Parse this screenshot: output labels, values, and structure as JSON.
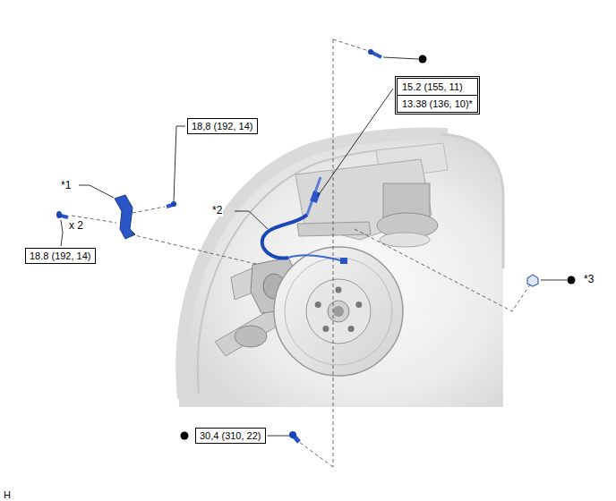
{
  "diagram": {
    "nodes": [
      {
        "text": [
          "15.2 (155, 11)",
          "13.38 (136, 10)*"
        ]
      },
      {
        "text": [
          "18,8 (192, 14)"
        ]
      },
      {
        "text": [
          "18.8 (192, 14)"
        ]
      },
      {
        "text": [
          "30,4 (310, 22)"
        ]
      }
    ],
    "labels": [
      "*1",
      "x 2",
      "*2",
      "*3",
      "H"
    ]
  }
}
